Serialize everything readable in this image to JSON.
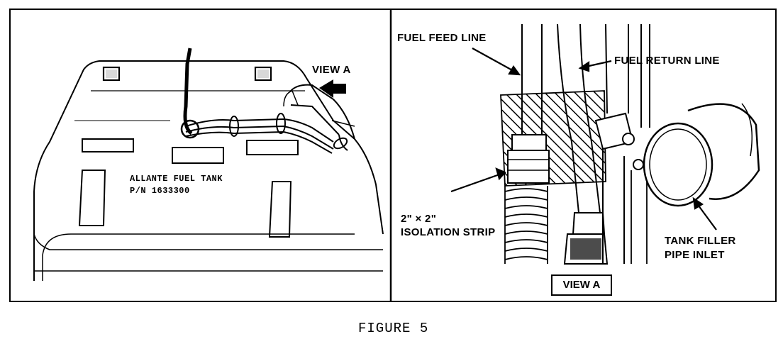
{
  "figure": {
    "caption": "FIGURE 5",
    "left_panel": {
      "view_label": "VIEW A",
      "tank_text_line1": "ALLANTE FUEL TANK",
      "tank_text_line2": "P/N 1633300"
    },
    "right_panel": {
      "fuel_feed_line": "FUEL FEED LINE",
      "fuel_return_line": "FUEL RETURN LINE",
      "isolation_strip_line1": "2\" × 2\"",
      "isolation_strip_line2": "ISOLATION STRIP",
      "tank_filler_line1": "TANK FILLER",
      "tank_filler_line2": "PIPE INLET",
      "view_label_boxed": "VIEW A"
    }
  }
}
